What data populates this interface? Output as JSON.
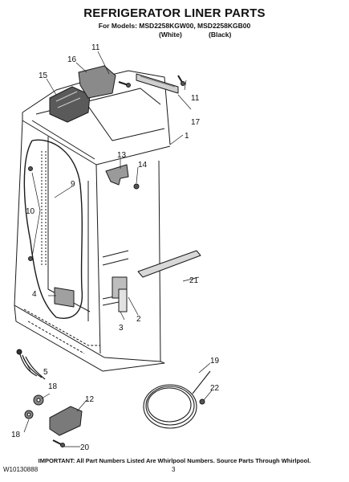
{
  "header": {
    "title": "REFRIGERATOR LINER PARTS",
    "models": "For Models: MSD2258KGW00, MSD2258KGB00",
    "variant_white": "(White)",
    "variant_black": "(Black)"
  },
  "callouts": {
    "c1": "1",
    "c2": "2",
    "c3": "3",
    "c4": "4",
    "c5": "5",
    "c9": "9",
    "c10": "10",
    "c11a": "11",
    "c11b": "11",
    "c12": "12",
    "c13": "13",
    "c14": "14",
    "c15": "15",
    "c16": "16",
    "c17": "17",
    "c18a": "18",
    "c18b": "18",
    "c19": "19",
    "c20": "20",
    "c21": "21",
    "c22": "22"
  },
  "footer": {
    "note": "IMPORTANT: All Part Numbers Listed Are Whirlpool Numbers. Source Parts Through Whirlpool.",
    "doc_number": "W10130888",
    "page": "3"
  },
  "colors": {
    "line": "#1a1a1a",
    "shade": "#b8b8b8",
    "dark": "#555555"
  }
}
